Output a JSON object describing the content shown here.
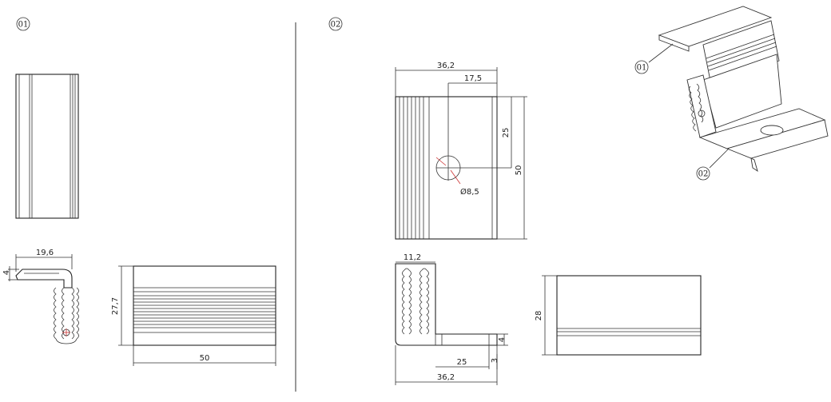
{
  "badges": {
    "part1": "01",
    "part2": "02",
    "callout_top": "01",
    "callout_bottom": "02"
  },
  "part1": {
    "width_label": "19,6",
    "lip_label": "4",
    "height_label": "27,7",
    "length_label": "50"
  },
  "part2": {
    "width_label": "36,2",
    "hole_offset_label": "17,5",
    "hole_y_label": "25",
    "height_label": "50",
    "hole_diameter_label": "Ø8,5",
    "profile_top_label": "11,2",
    "flange_label": "25",
    "thickness_label": "4",
    "slot_label": "3",
    "profile_width_label": "36,2",
    "side_height_label": "28"
  }
}
